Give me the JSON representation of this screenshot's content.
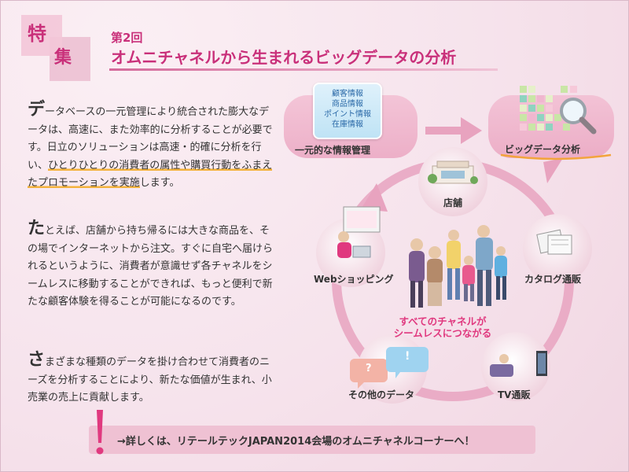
{
  "header": {
    "tag_chars": [
      "特",
      "集"
    ],
    "series": "第2回",
    "title": "オムニチャネルから生まれるビッグデータの分析"
  },
  "paragraphs": [
    {
      "cap": "デ",
      "text_before": "ータベースの一元管理により統合された膨大なデータは、高速に、また効率的に分析することが必要です。日立のソリューションは高速・的確に分析を行い、",
      "highlight": "ひとりひとりの消費者の属性や購買行動をふまえたプロモーションを実施",
      "text_after": "します。"
    },
    {
      "cap": "た",
      "text": "とえば、店舗から持ち帰るには大きな商品を、その場でインターネットから注文。すぐに自宅へ届けられるというように、消費者が意識せず各チャネルをシームレスに移動することができれば、もっと便利で新たな顧客体験を得ることが可能になるのです。"
    },
    {
      "cap": "さ",
      "text": "まざまな種類のデータを掛け合わせて消費者のニーズを分析することにより、新たな価値が生まれ、小売業の売上に貢献します。"
    }
  ],
  "diagram": {
    "info_items": [
      "顧客情報",
      "商品情報",
      "ポイント情報",
      "在庫情報"
    ],
    "central_management": "一元的な情報管理",
    "big_data_analysis": "ビッグデータ分析",
    "channels": {
      "store": "店舗",
      "catalog": "カタログ通販",
      "tv": "TV通販",
      "other": "その他のデータ",
      "web": "Webショッピング"
    },
    "bubble_q": "?",
    "bubble_excl": "!",
    "center_caption": "すべてのチャネルが\nシームレスにつながる",
    "colors": {
      "accent": "#c9307a",
      "ring": "#e8a3bf",
      "highlight": "#f3b23c",
      "caption": "#e0397f"
    }
  },
  "banner": {
    "text": "→詳しくは、リテールテックJAPAN2014会場のオムニチャネルコーナーへ！"
  }
}
